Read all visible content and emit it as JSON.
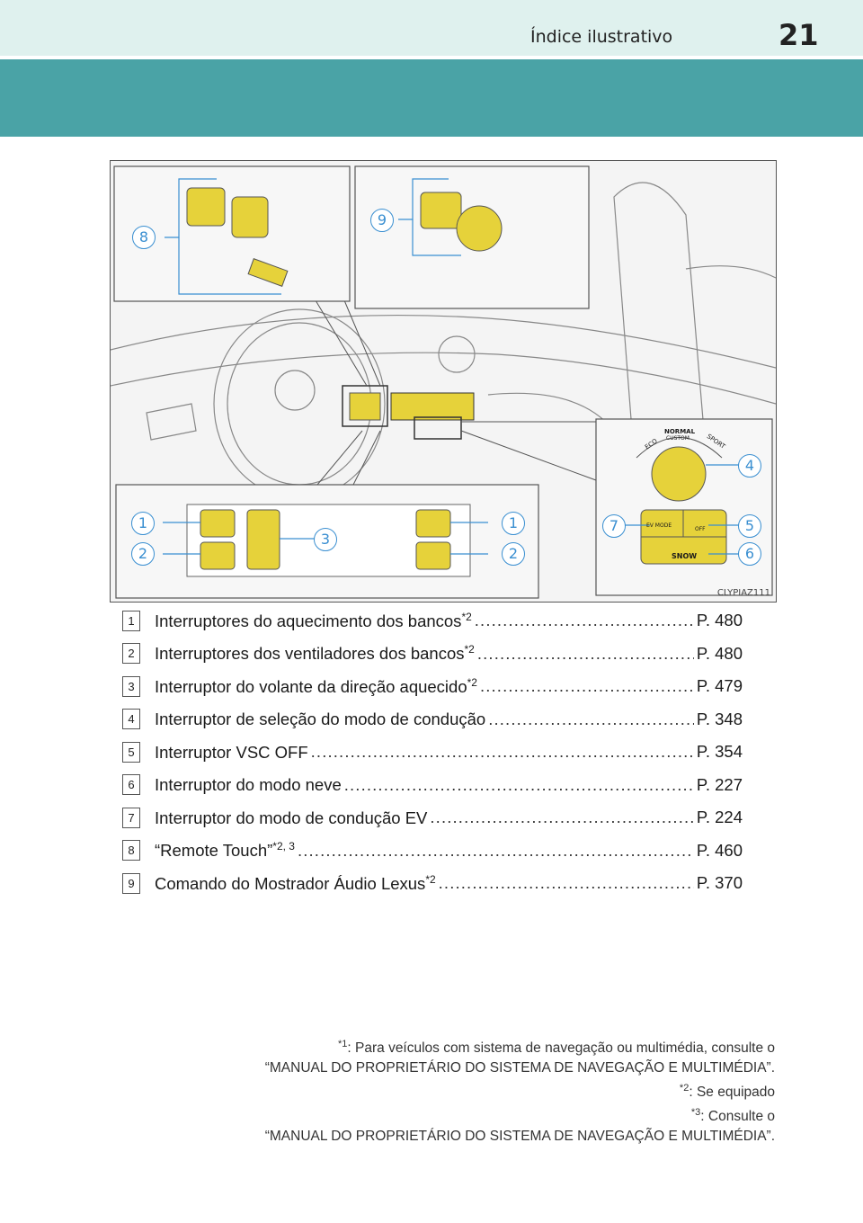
{
  "header": {
    "section_title": "Índice ilustrativo",
    "page_number": "21"
  },
  "illustration": {
    "code": "CLYPIAZ111",
    "callouts": [
      "1",
      "2",
      "3",
      "1",
      "2",
      "4",
      "5",
      "6",
      "7",
      "8",
      "9"
    ],
    "panel_labels": {
      "eco": "ECO",
      "normal": "NORMAL",
      "custom": "CUSTOM",
      "sport": "SPORT",
      "ev_mode": "EV MODE",
      "vsc_off": "OFF",
      "snow": "SNOW"
    },
    "colors": {
      "highlight": "#e6d23a",
      "line": "#3a8fd1",
      "panel": "#ffffff"
    }
  },
  "items": [
    {
      "num": "1",
      "label": "Interruptores do aquecimento dos bancos",
      "sup": "*2",
      "page": "P. 480"
    },
    {
      "num": "2",
      "label": "Interruptores dos ventiladores dos bancos",
      "sup": "*2",
      "page": "P. 480"
    },
    {
      "num": "3",
      "label": "Interruptor do volante da direção aquecido",
      "sup": "*2",
      "page": "P. 479"
    },
    {
      "num": "4",
      "label": "Interruptor de seleção do modo de condução",
      "sup": "",
      "page": "P. 348"
    },
    {
      "num": "5",
      "label": "Interruptor VSC OFF",
      "sup": "",
      "page": "P. 354"
    },
    {
      "num": "6",
      "label": "Interruptor do modo neve",
      "sup": "",
      "page": "P. 227"
    },
    {
      "num": "7",
      "label": "Interruptor do modo de condução EV",
      "sup": "",
      "page": "P. 224"
    },
    {
      "num": "8",
      "label": "“Remote Touch”",
      "sup": "*2, 3",
      "page": "P. 460"
    },
    {
      "num": "9",
      "label": "Comando do Mostrador Áudio Lexus",
      "sup": "*2",
      "page": "P. 370"
    }
  ],
  "footnotes": {
    "n1_mark": "*1",
    "n1_text": ": Para veículos com sistema de navegação ou multimédia, consulte o",
    "n1_text2": "“MANUAL DO PROPRIETÁRIO DO SISTEMA DE NAVEGAÇÃO E MULTIMÉDIA”.",
    "n2_mark": "*2",
    "n2_text": ": Se equipado",
    "n3_mark": "*3",
    "n3_text": ": Consulte o",
    "n3_text2": "“MANUAL DO PROPRIETÁRIO DO SISTEMA DE NAVEGAÇÃO E MULTIMÉDIA”."
  }
}
